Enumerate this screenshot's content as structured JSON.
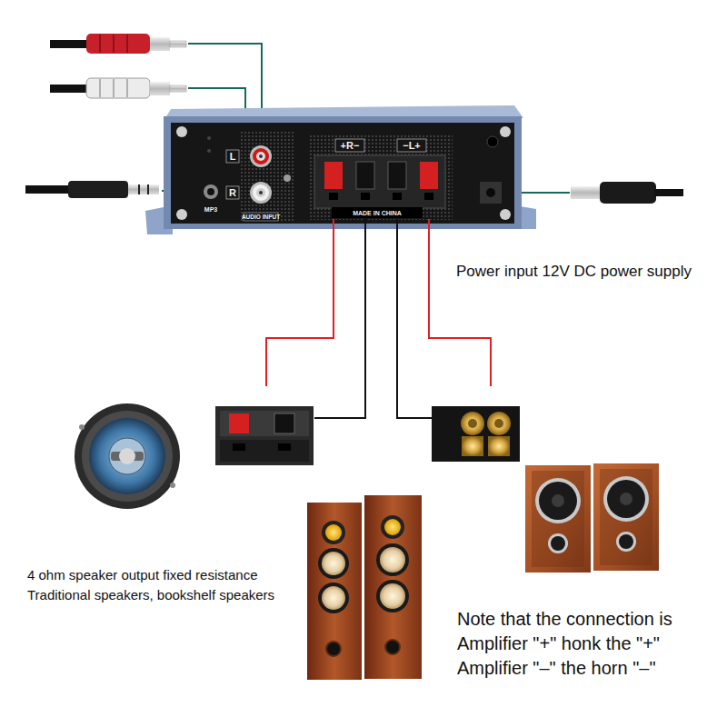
{
  "diagram": {
    "nodes": [
      {
        "text": [
          "L",
          "R",
          "AUDIO INPUT",
          "MP3",
          "+R−",
          "−L+",
          "MADE IN CHINA"
        ]
      }
    ],
    "labels": [
      "Power input 12V DC power supply",
      "4 ohm speaker output fixed resistance",
      "Traditional speakers, bookshelf speakers",
      "Note that the connection is Amplifier \"+\" honk the \"+\" Amplifier \"–\" the horn \"–\""
    ]
  }
}
